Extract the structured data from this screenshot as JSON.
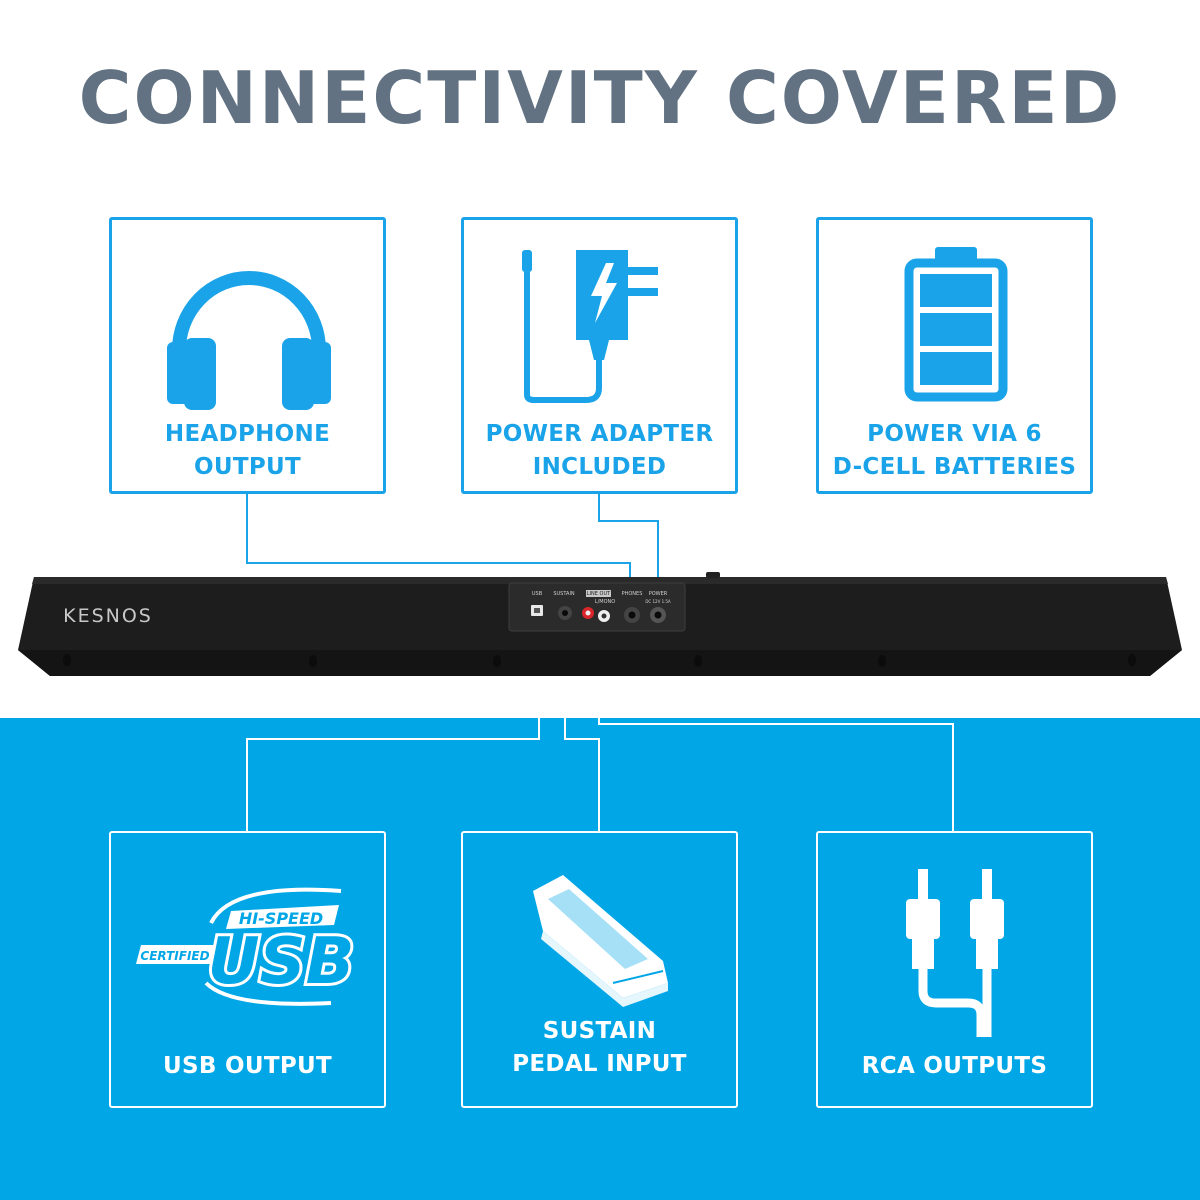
{
  "title": "CONNECTIVITY COVERED",
  "features_top": [
    {
      "icon": "headphones-icon",
      "lines": [
        "HEADPHONE",
        "OUTPUT"
      ]
    },
    {
      "icon": "power-adapter-icon",
      "lines": [
        "POWER ADAPTER",
        "INCLUDED"
      ]
    },
    {
      "icon": "battery-icon",
      "lines": [
        "POWER VIA 6",
        "D-CELL BATTERIES"
      ]
    }
  ],
  "features_bottom": [
    {
      "icon": "usb-logo-icon",
      "lines": [
        "USB OUTPUT"
      ]
    },
    {
      "icon": "sustain-pedal-icon",
      "lines": [
        "SUSTAIN",
        "PEDAL INPUT"
      ]
    },
    {
      "icon": "rca-plugs-icon",
      "lines": [
        "RCA OUTPUTS"
      ]
    }
  ],
  "usb_logo": {
    "top": "HI-SPEED",
    "left": "CERTIFIED",
    "main": "USB"
  },
  "keyboard": {
    "brand": "KESNOS",
    "ports": {
      "usb": "USB",
      "sustain": "SUSTAIN",
      "line_out": "LINE OUT",
      "mono": "L/MONO",
      "phones": "PHONES",
      "power": "POWER",
      "power_spec": "DC 12V 1.5A"
    }
  },
  "colors": {
    "accent": "#1aa3e8",
    "band": "#00a6e6",
    "title": "#627282",
    "keyboard": "#1c1c1c"
  }
}
